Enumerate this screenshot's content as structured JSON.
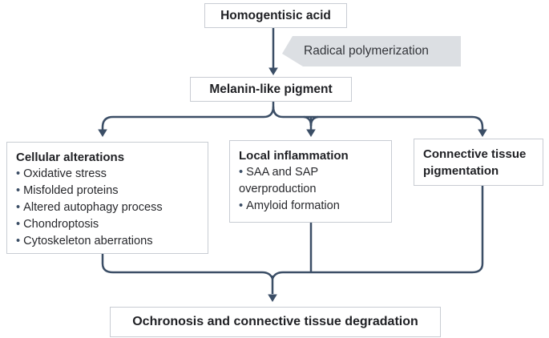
{
  "diagram": {
    "nodes": {
      "source": "Homogentisic acid",
      "process": "Radical polymerization",
      "intermediate": "Melanin-like pigment",
      "outcome": "Ochronosis and connective tissue degradation"
    },
    "branches": [
      {
        "title": "Cellular alterations",
        "bullets": [
          "Oxidative stress",
          "Misfolded proteins",
          "Altered autophagy process",
          "Chondroptosis",
          "Cytoskeleton aberrations"
        ]
      },
      {
        "title": "Local inflammation",
        "bullets": [
          "SAA and SAP overproduction",
          "Amyloid formation"
        ]
      },
      {
        "title": "Connective tissue pigmentation",
        "bullets": []
      }
    ],
    "icons": {
      "bullet": "•"
    },
    "colors": {
      "connector": "#3b4e66",
      "box_border": "#c8ccd3",
      "box_background": "#ffffff",
      "callout_background": "#dcdfe3",
      "text": "#1f2024",
      "bullet": "#3b4e66"
    }
  }
}
